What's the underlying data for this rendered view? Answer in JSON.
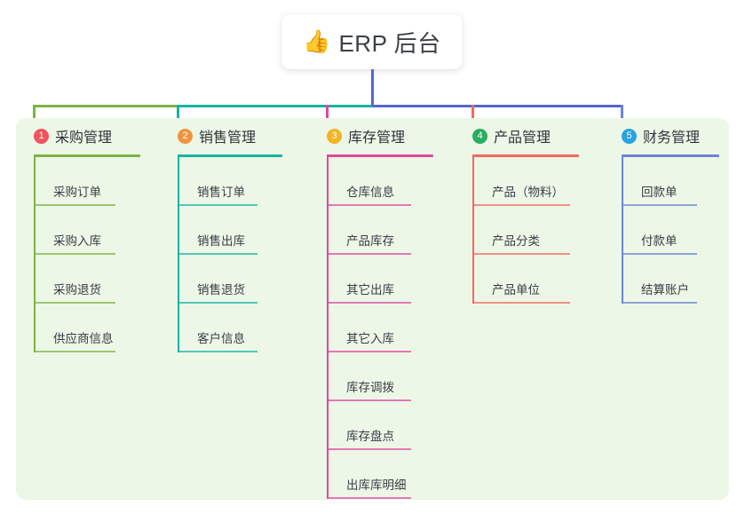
{
  "title": {
    "icon": "thumbs-up-icon",
    "icon_glyph": "👍",
    "text": "ERP 后台"
  },
  "colors": {
    "panel_bg": "#edf7e7",
    "stem": "#5566cc",
    "col1": "#7cb342",
    "col2": "#17b3a3",
    "col3": "#e0479e",
    "col4": "#f4685e",
    "col5": "#6b84d6",
    "badge1": "#f2545b",
    "badge2": "#f0943e",
    "badge3": "#f5b324",
    "badge4": "#27ae60",
    "badge5": "#29a3dc"
  },
  "columns": [
    {
      "index": "1",
      "badge": "①",
      "badge_num": "1",
      "title": "采购管理",
      "accent": "#7cb342",
      "badge_color": "#f2545b",
      "items": [
        {
          "label": "采购订单"
        },
        {
          "label": "采购入库"
        },
        {
          "label": "采购退货"
        },
        {
          "label": "供应商信息"
        }
      ]
    },
    {
      "index": "2",
      "badge": "②",
      "badge_num": "2",
      "title": "销售管理",
      "accent": "#17b3a3",
      "badge_color": "#f0943e",
      "items": [
        {
          "label": "销售订单"
        },
        {
          "label": "销售出库"
        },
        {
          "label": "销售退货"
        },
        {
          "label": "客户信息"
        }
      ]
    },
    {
      "index": "3",
      "badge": "③",
      "badge_num": "3",
      "title": "库存管理",
      "accent": "#e0479e",
      "badge_color": "#f5b324",
      "items": [
        {
          "label": "仓库信息"
        },
        {
          "label": "产品库存"
        },
        {
          "label": "其它出库"
        },
        {
          "label": "其它入库"
        },
        {
          "label": "库存调拨"
        },
        {
          "label": "库存盘点"
        },
        {
          "label": "出库库明细"
        }
      ]
    },
    {
      "index": "4",
      "badge": "④",
      "badge_num": "4",
      "title": "产品管理",
      "accent": "#f4685e",
      "badge_color": "#27ae60",
      "items": [
        {
          "label": "产品（物料）"
        },
        {
          "label": "产品分类"
        },
        {
          "label": "产品单位"
        }
      ]
    },
    {
      "index": "5",
      "badge": "⑤",
      "badge_num": "5",
      "title": "财务管理",
      "accent": "#6b84d6",
      "badge_color": "#29a3dc",
      "items": [
        {
          "label": "回款单"
        },
        {
          "label": "付款单"
        },
        {
          "label": "结算账户"
        }
      ]
    }
  ]
}
